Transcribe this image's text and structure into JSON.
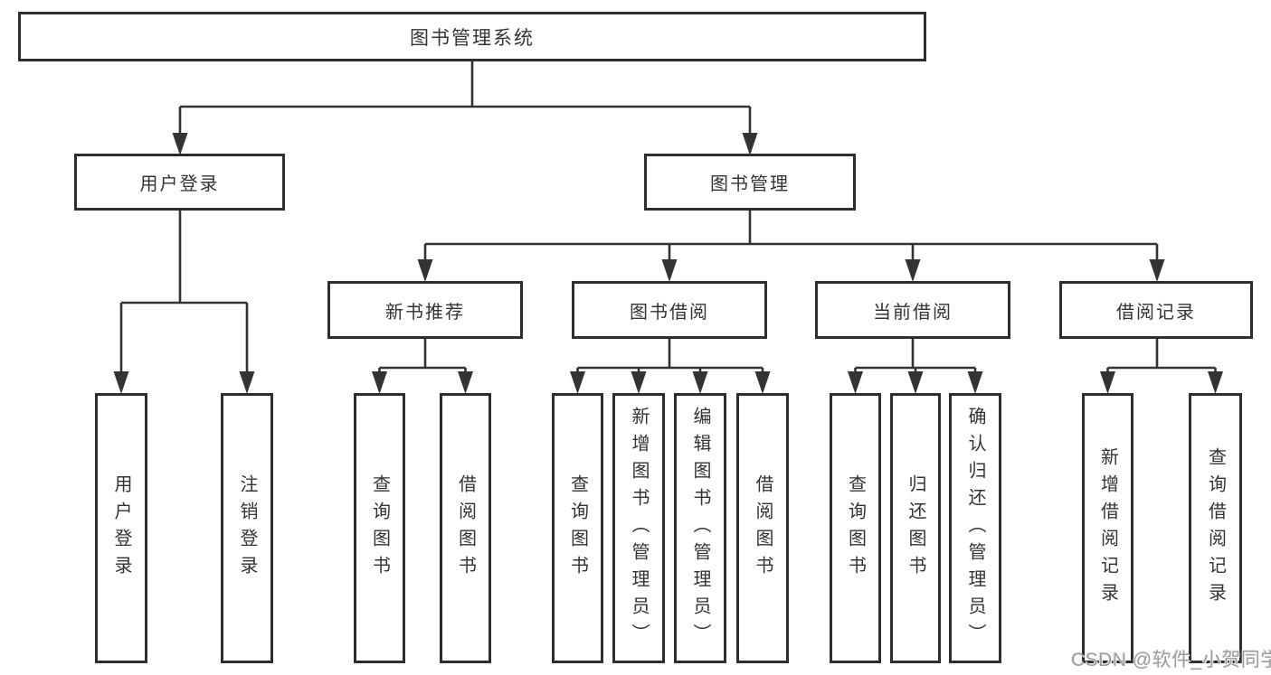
{
  "nodes": {
    "root": "图书管理系统",
    "level2": [
      "用户登录",
      "图书管理"
    ],
    "level3": [
      "新书推荐",
      "图书借阅",
      "当前借阅",
      "借阅记录"
    ],
    "leaves": {
      "login": [
        "用户登录",
        "注销登录"
      ],
      "recommend": [
        "查询图书",
        "借阅图书"
      ],
      "borrow": [
        "查询图书",
        "新增图书（管理员）",
        "编辑图书（管理员）",
        "借阅图书"
      ],
      "current": [
        "查询图书",
        "归还图书",
        "确认归还（管理员）"
      ],
      "records": [
        "新增借阅记录",
        "查询借阅记录"
      ]
    }
  },
  "watermark": {
    "text": "CSDN @软件_小贺同学"
  },
  "colors": {
    "line": "#333333",
    "box_border": "#2e2e2e",
    "text": "#333333",
    "watermark": "#9c9c9c",
    "background": "#ffffff"
  }
}
